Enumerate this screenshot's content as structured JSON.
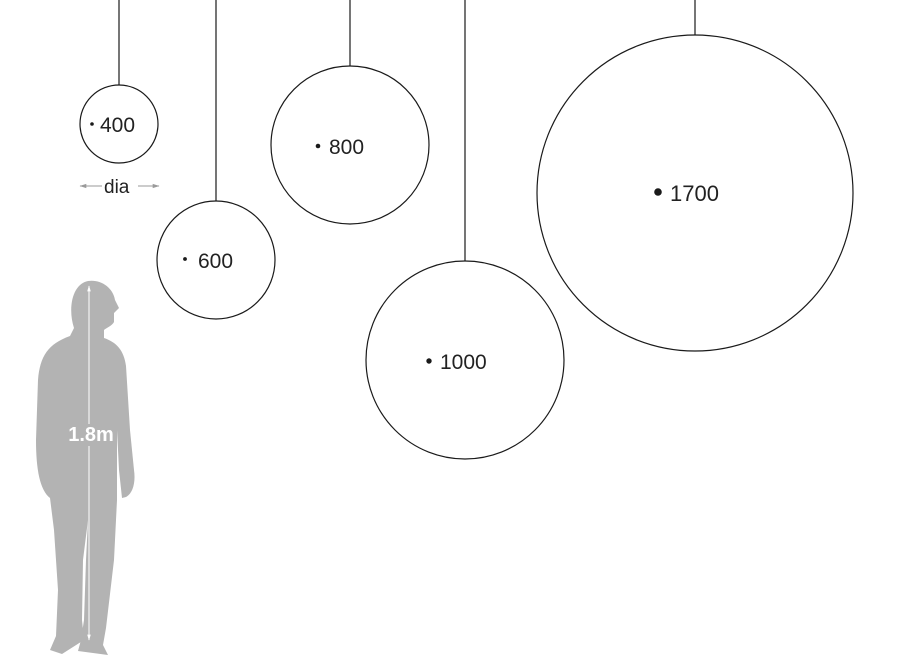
{
  "colors": {
    "line": "#1a1a1a",
    "silhouette": "#b3b3b3",
    "figure_text": "#ffffff",
    "arrow": "#9a9a9a"
  },
  "pendants": [
    {
      "label": "400"
    },
    {
      "label": "600"
    },
    {
      "label": "800"
    },
    {
      "label": "1000"
    },
    {
      "label": "1700"
    }
  ],
  "dimension": {
    "label": "dia"
  },
  "figure": {
    "height_label": "1.8m",
    "icon": "person-silhouette-icon"
  }
}
